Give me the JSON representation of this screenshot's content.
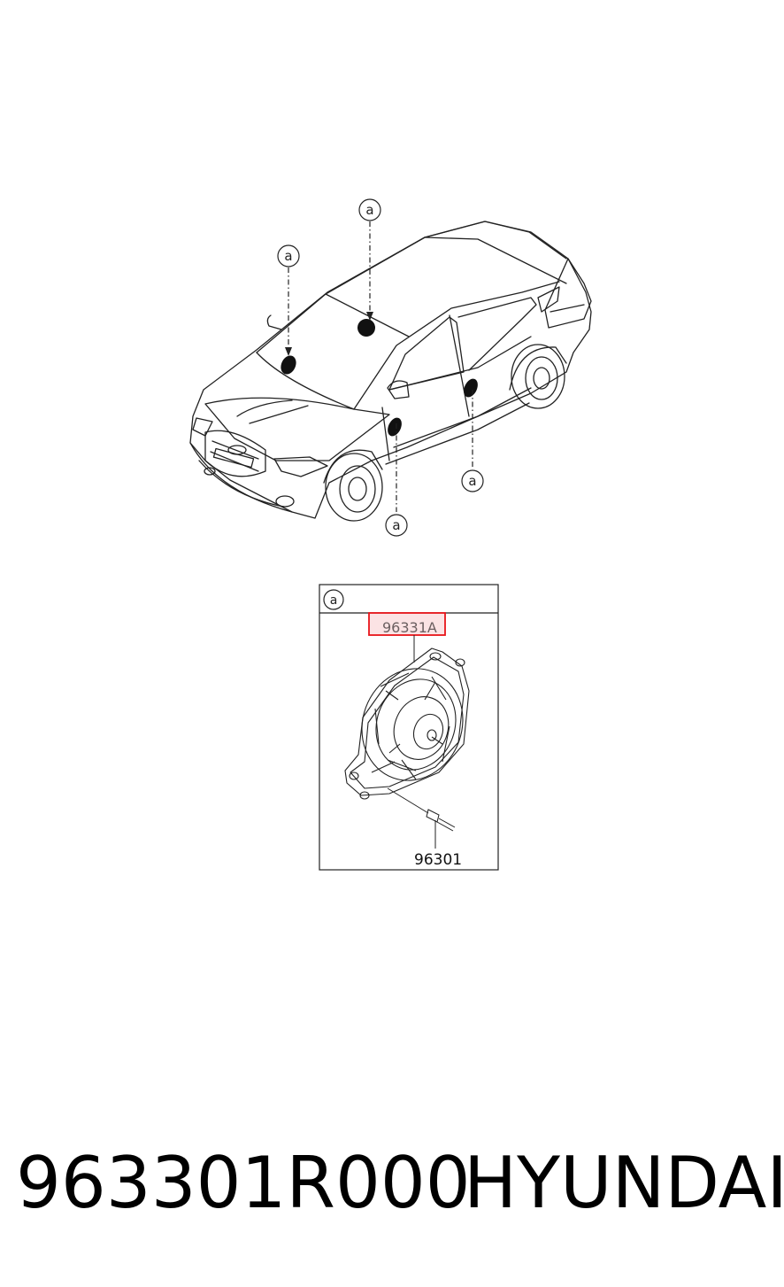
{
  "diagram": {
    "callout_letter": "a",
    "inset": {
      "header_letter": "a",
      "speaker_part": "96331A",
      "connector_part": "96301",
      "highlight_color": "#e8141a"
    },
    "markers": [
      {
        "id": "front-left-door",
        "label": "a"
      },
      {
        "id": "front-right-door",
        "label": "a"
      },
      {
        "id": "rear-left-door",
        "label": "a"
      },
      {
        "id": "rear-right-door",
        "label": "a"
      }
    ]
  },
  "footer": {
    "part_number": "963301R000",
    "brand": "HYUNDAI"
  }
}
